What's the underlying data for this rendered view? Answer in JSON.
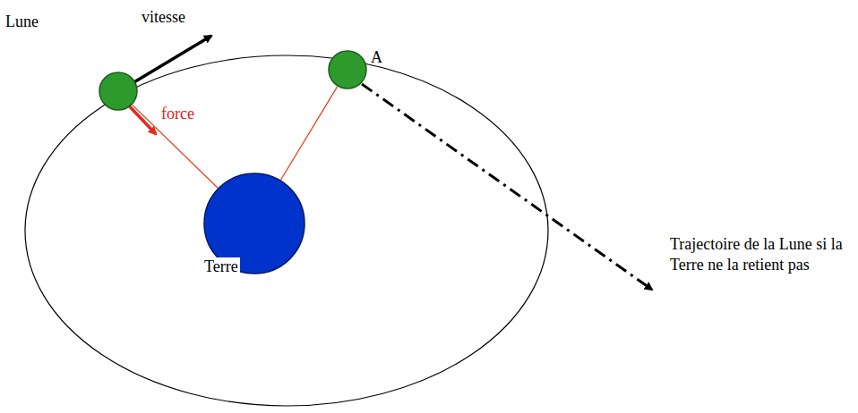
{
  "diagram": {
    "nodes": [
      {
        "text": [
          "Lune"
        ]
      },
      {
        "text": [
          "A"
        ]
      },
      {
        "text": [
          "Terre"
        ]
      }
    ],
    "edges": [
      {
        "from": 0,
        "to": 2,
        "arrow": "none"
      },
      {
        "from": 1,
        "to": 2,
        "arrow": "none"
      }
    ],
    "labels": [
      "vitesse",
      "force",
      "Trajectoire de la Lune si la Terre ne la retient pas"
    ]
  }
}
